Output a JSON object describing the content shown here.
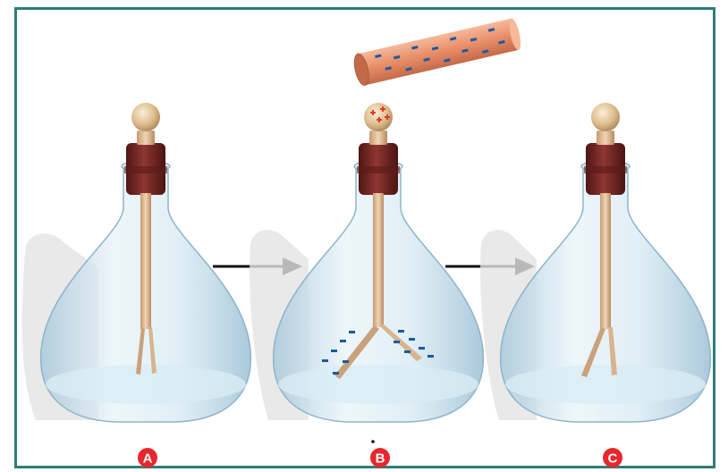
{
  "panels": [
    {
      "label": "A",
      "state": "neutral"
    },
    {
      "label": "B",
      "state": "charged-rod-nearby"
    },
    {
      "label": "C",
      "state": "rod-removed"
    }
  ],
  "colors": {
    "frame": "#2f7d7a",
    "flask_glass": "#c9e1ee",
    "stopper": "#7a2a26",
    "rod": "#e2ba94",
    "positive_charge": "#e23a2a",
    "negative_charge": "#1b5a9e",
    "badge": "#e8262b"
  },
  "icons": {
    "arrow_a_to_b": "right-arrow-icon",
    "arrow_b_to_c": "right-arrow-icon"
  }
}
